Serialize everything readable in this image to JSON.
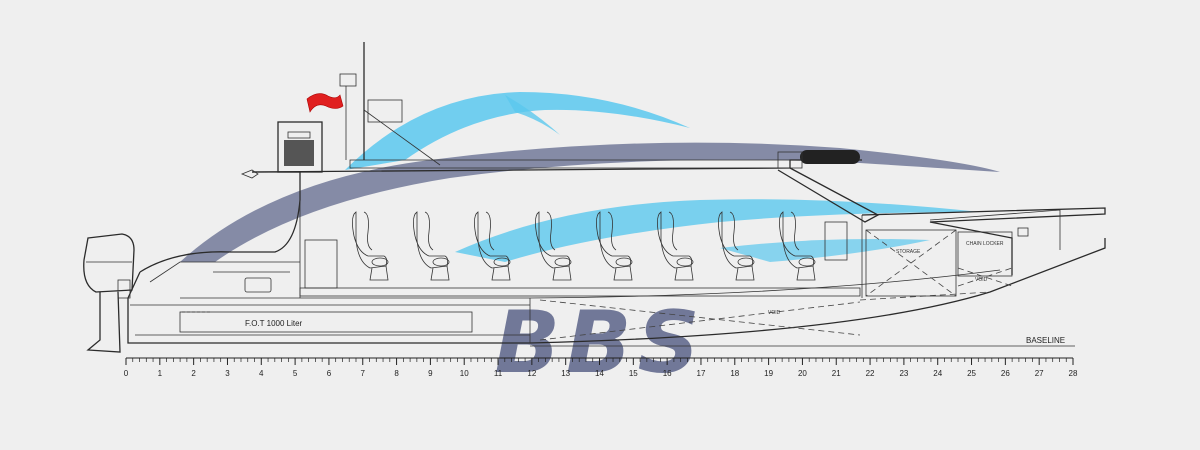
{
  "drawing": {
    "fuel_tank_label": "F.O.T 1000 Liter",
    "baseline_label": "BASELINE",
    "void_label_keel": "VOID",
    "storage_label": "STORAGE",
    "chain_locker_label": "CHAIN LOCKER",
    "void_label_bow": "VOID",
    "seat_count": 8
  },
  "scale": {
    "min": 0,
    "max": 28,
    "labels": [
      "0",
      "1",
      "2",
      "3",
      "4",
      "5",
      "6",
      "7",
      "8",
      "9",
      "10",
      "11",
      "12",
      "13",
      "14",
      "15",
      "16",
      "17",
      "18",
      "19",
      "20",
      "21",
      "22",
      "23",
      "24",
      "25",
      "26",
      "27",
      "28"
    ]
  },
  "watermark": {
    "text": "BBS",
    "colors": {
      "swoosh_light": "#5bc8ee",
      "swoosh_dark": "#6e7596",
      "text": "#5c6489"
    }
  }
}
